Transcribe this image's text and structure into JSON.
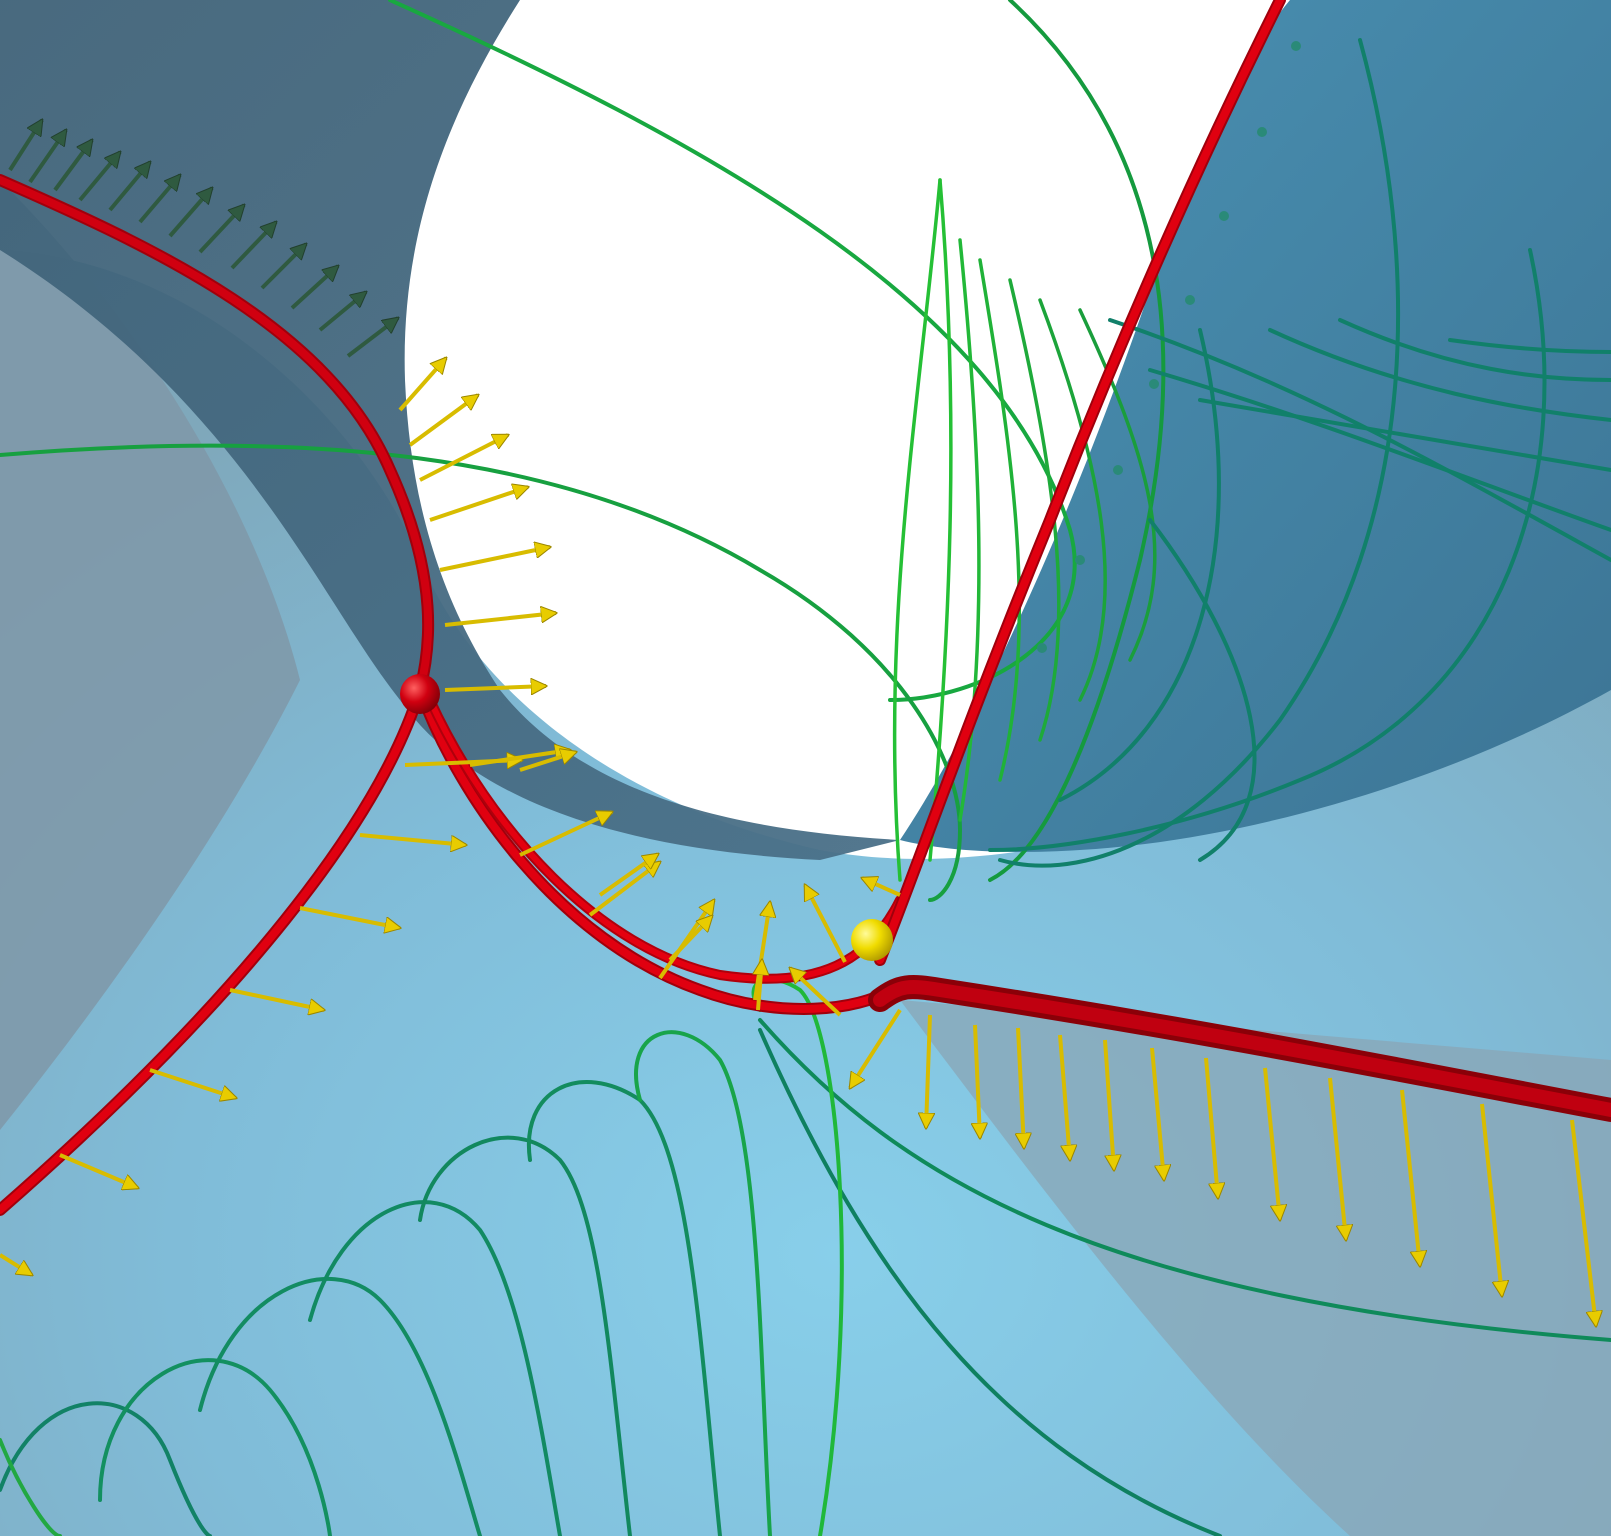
{
  "colors": {
    "background": "#ffffff",
    "surface_light": "#87cbe6",
    "surface_mid": "#7fb4cc",
    "surface_grey": "#8098a6",
    "surface_dark": "#456b80",
    "surface_dark_right": "#3f7fa0",
    "separatrix_red": "#e00000",
    "separatrix_red_dark": "#a00000",
    "streamline_green": "#20c030",
    "streamline_teal": "#108060",
    "arrow_yellow": "#e8cc00",
    "arrow_dark_green": "#2f5a40",
    "critical_point_red": "#c00010",
    "critical_point_yellow": "#f0dc00"
  },
  "elements": {
    "separatrices": "red",
    "streamlines": "green",
    "vector_glyphs": "yellow",
    "critical_points": [
      "red-sphere",
      "yellow-sphere"
    ]
  }
}
